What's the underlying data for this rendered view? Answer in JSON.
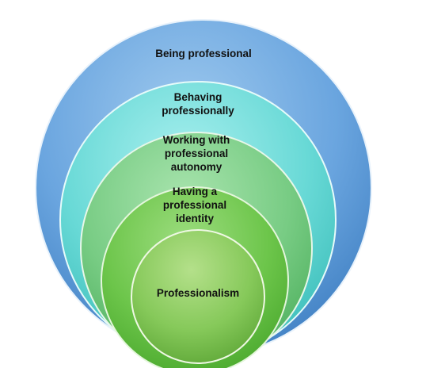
{
  "diagram": {
    "rings": [
      {
        "id": "being-professional",
        "lines": [
          "Being professional"
        ],
        "colors": {
          "light": "#9ec9ee",
          "base": "#6aa5df",
          "dark": "#3f7fc2",
          "stroke": "#e8f2fb"
        }
      },
      {
        "id": "behaving-professionally",
        "lines": [
          "Behaving",
          "professionally"
        ],
        "colors": {
          "light": "#a8efee",
          "base": "#68d9d6",
          "dark": "#3bbdb9",
          "stroke": "#e6fbfa"
        }
      },
      {
        "id": "working-with-professional-autonomy",
        "lines": [
          "Working with",
          "professional",
          "autonomy"
        ],
        "colors": {
          "light": "#a9e4ae",
          "base": "#78cc84",
          "dark": "#4fb05e",
          "stroke": "#e7f7e9"
        }
      },
      {
        "id": "having-a-professional-identity",
        "lines": [
          "Having a",
          "professional",
          "identity"
        ],
        "colors": {
          "light": "#9ddd7f",
          "base": "#6cc54a",
          "dark": "#4aa82d",
          "stroke": "#e4f6dc"
        }
      },
      {
        "id": "professionalism",
        "lines": [
          "Professionalism"
        ],
        "colors": {
          "light": "#b4e08a",
          "base": "#86c95a",
          "dark": "#5fa838",
          "stroke": "#eef8e3"
        }
      }
    ]
  }
}
